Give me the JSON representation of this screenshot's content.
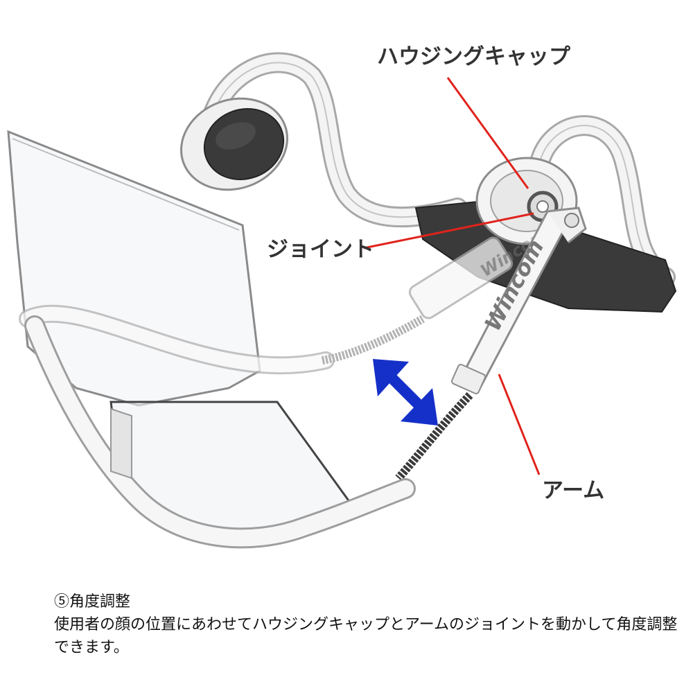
{
  "labels": {
    "housing_cap": "ハウジングキャップ",
    "joint": "ジョイント",
    "arm": "アーム"
  },
  "brand": "Wincom",
  "caption": {
    "title": "⑤角度調整",
    "body": "使用者の顔の位置にあわせてハウジングキャップとアームのジョイントを動かして角度調整できます。"
  },
  "colors": {
    "leader_line": "#e0231c",
    "arrow": "#1530c8",
    "pad": "#3a3a3a",
    "outline": "#9a9a9a"
  }
}
